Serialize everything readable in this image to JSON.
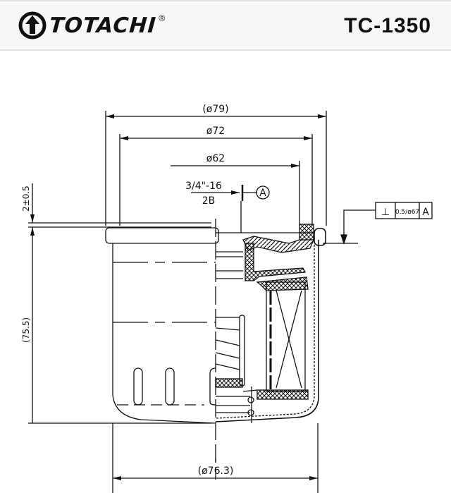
{
  "header": {
    "brand": "TOTACHI",
    "registered_mark": "®",
    "part_number": "TC-1350"
  },
  "drawing": {
    "title": "Oil filter cross-section",
    "dimensions": {
      "outer_diameter": "(ø79)",
      "gasket_outer_diameter": "ø72",
      "gasket_inner_diameter": "ø62",
      "thread_spec_top": "3/4\"-16",
      "thread_spec_bottom": "2B",
      "datum_label": "A",
      "gasket_offset": "2±0.5",
      "height": "(75.5)",
      "body_diameter": "(ø76.3)"
    },
    "tolerance_frame": {
      "symbol": "⊥",
      "value": "0.5/ø67",
      "datum": "A"
    }
  }
}
